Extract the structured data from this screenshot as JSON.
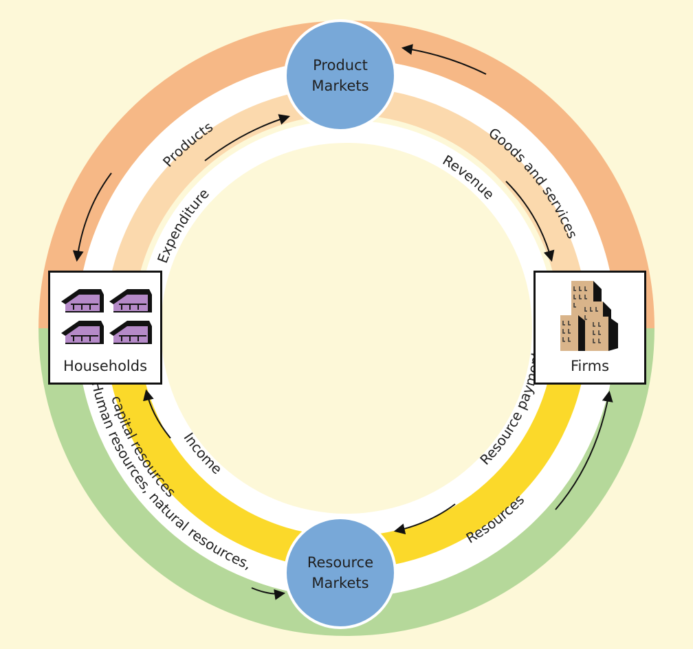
{
  "diagram": {
    "nodes": {
      "product_markets": {
        "line1": "Product",
        "line2": "Markets"
      },
      "resource_markets": {
        "line1": "Resource",
        "line2": "Markets"
      },
      "households": {
        "label": "Households"
      },
      "firms": {
        "label": "Firms"
      }
    },
    "flows": {
      "goods_and_services": "Goods and services",
      "revenue": "Revenue",
      "products": "Products",
      "expenditure": "Expenditure",
      "income": "Income",
      "resource_payments": "Resource payments",
      "resources": "Resources",
      "human_resources_line1": "Human resources, natural resources,",
      "human_resources_line2": "capital resources"
    },
    "colors": {
      "background": "#fdf8d8",
      "outer_ring_top": "#f6b886",
      "inner_ring_top": "#fbd9ad",
      "outer_ring_bottom": "#b5d89a",
      "inner_ring_bottom": "#fbd92a",
      "market_circle": "#78a8d8",
      "house": "#b58ac8",
      "building": "#d9b48a"
    }
  }
}
